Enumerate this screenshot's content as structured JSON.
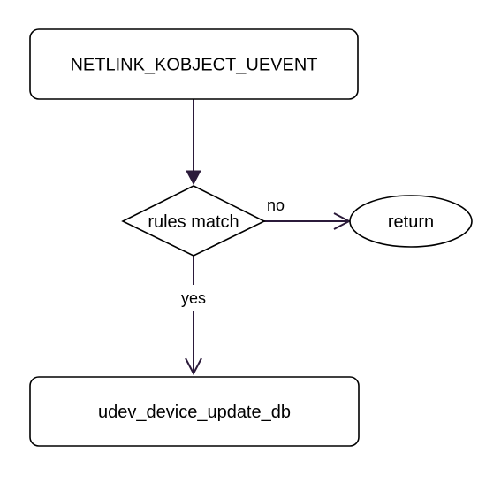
{
  "colors": {
    "edge": "#2b1a3a",
    "node_stroke": "#000000",
    "node_fill": "#ffffff"
  },
  "nodes": {
    "start": {
      "label": "NETLINK_KOBJECT_UEVENT"
    },
    "decision": {
      "label": "rules match"
    },
    "return": {
      "label": "return"
    },
    "update": {
      "label": "udev_device_update_db"
    }
  },
  "edges": {
    "no": {
      "label": "no"
    },
    "yes": {
      "label": "yes"
    }
  }
}
